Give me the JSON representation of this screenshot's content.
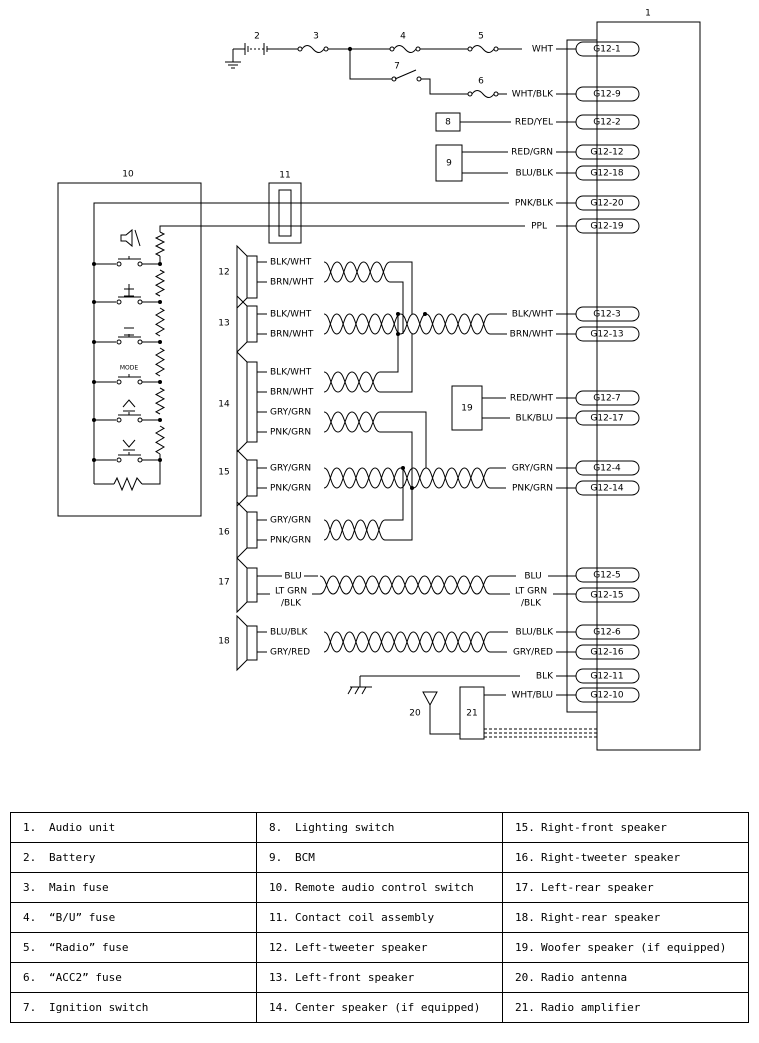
{
  "diagram": {
    "numbers": [
      "1",
      "2",
      "3",
      "4",
      "5",
      "6",
      "7",
      "8",
      "9",
      "10",
      "11",
      "12",
      "13",
      "14",
      "15",
      "16",
      "17",
      "18",
      "19",
      "20",
      "21"
    ],
    "connectors": [
      "G12-1",
      "G12-9",
      "G12-2",
      "G12-12",
      "G12-18",
      "G12-20",
      "G12-19",
      "G12-3",
      "G12-13",
      "G12-7",
      "G12-17",
      "G12-4",
      "G12-14",
      "G12-5",
      "G12-15",
      "G12-6",
      "G12-16",
      "G12-11",
      "G12-10"
    ],
    "wire_colors": {
      "wht": "WHT",
      "wht_blk": "WHT/BLK",
      "red_yel": "RED/YEL",
      "red_grn": "RED/GRN",
      "blu_blk": "BLU/BLK",
      "pnk_blk": "PNK/BLK",
      "ppl": "PPL",
      "blk_wht": "BLK/WHT",
      "brn_wht": "BRN/WHT",
      "gry_grn": "GRY/GRN",
      "pnk_grn": "PNK/GRN",
      "red_wht": "RED/WHT",
      "blk_blu": "BLK/BLU",
      "blu": "BLU",
      "lt_grn": "LT GRN",
      "slash_blk": "/BLK",
      "gry_red": "GRY/RED",
      "blk": "BLK",
      "wht_blu": "WHT/BLU"
    },
    "switch_mode_label": "MODE"
  },
  "legend": [
    [
      {
        "n": "1.",
        "t": "Audio unit"
      },
      {
        "n": "8.",
        "t": "Lighting switch"
      },
      {
        "n": "15.",
        "t": "Right-front speaker"
      }
    ],
    [
      {
        "n": "2.",
        "t": "Battery"
      },
      {
        "n": "9.",
        "t": "BCM"
      },
      {
        "n": "16.",
        "t": "Right-tweeter speaker"
      }
    ],
    [
      {
        "n": "3.",
        "t": "Main fuse"
      },
      {
        "n": "10.",
        "t": "Remote audio control switch"
      },
      {
        "n": "17.",
        "t": "Left-rear speaker"
      }
    ],
    [
      {
        "n": "4.",
        "t": "“B/U” fuse"
      },
      {
        "n": "11.",
        "t": "Contact coil assembly"
      },
      {
        "n": "18.",
        "t": "Right-rear speaker"
      }
    ],
    [
      {
        "n": "5.",
        "t": "“Radio” fuse"
      },
      {
        "n": "12.",
        "t": "Left-tweeter speaker"
      },
      {
        "n": "19.",
        "t": "Woofer speaker (if equipped)"
      }
    ],
    [
      {
        "n": "6.",
        "t": "“ACC2” fuse"
      },
      {
        "n": "13.",
        "t": "Left-front speaker"
      },
      {
        "n": "20.",
        "t": "Radio antenna"
      }
    ],
    [
      {
        "n": "7.",
        "t": "Ignition switch"
      },
      {
        "n": "14.",
        "t": "Center speaker (if equipped)"
      },
      {
        "n": "21.",
        "t": "Radio amplifier"
      }
    ]
  ]
}
